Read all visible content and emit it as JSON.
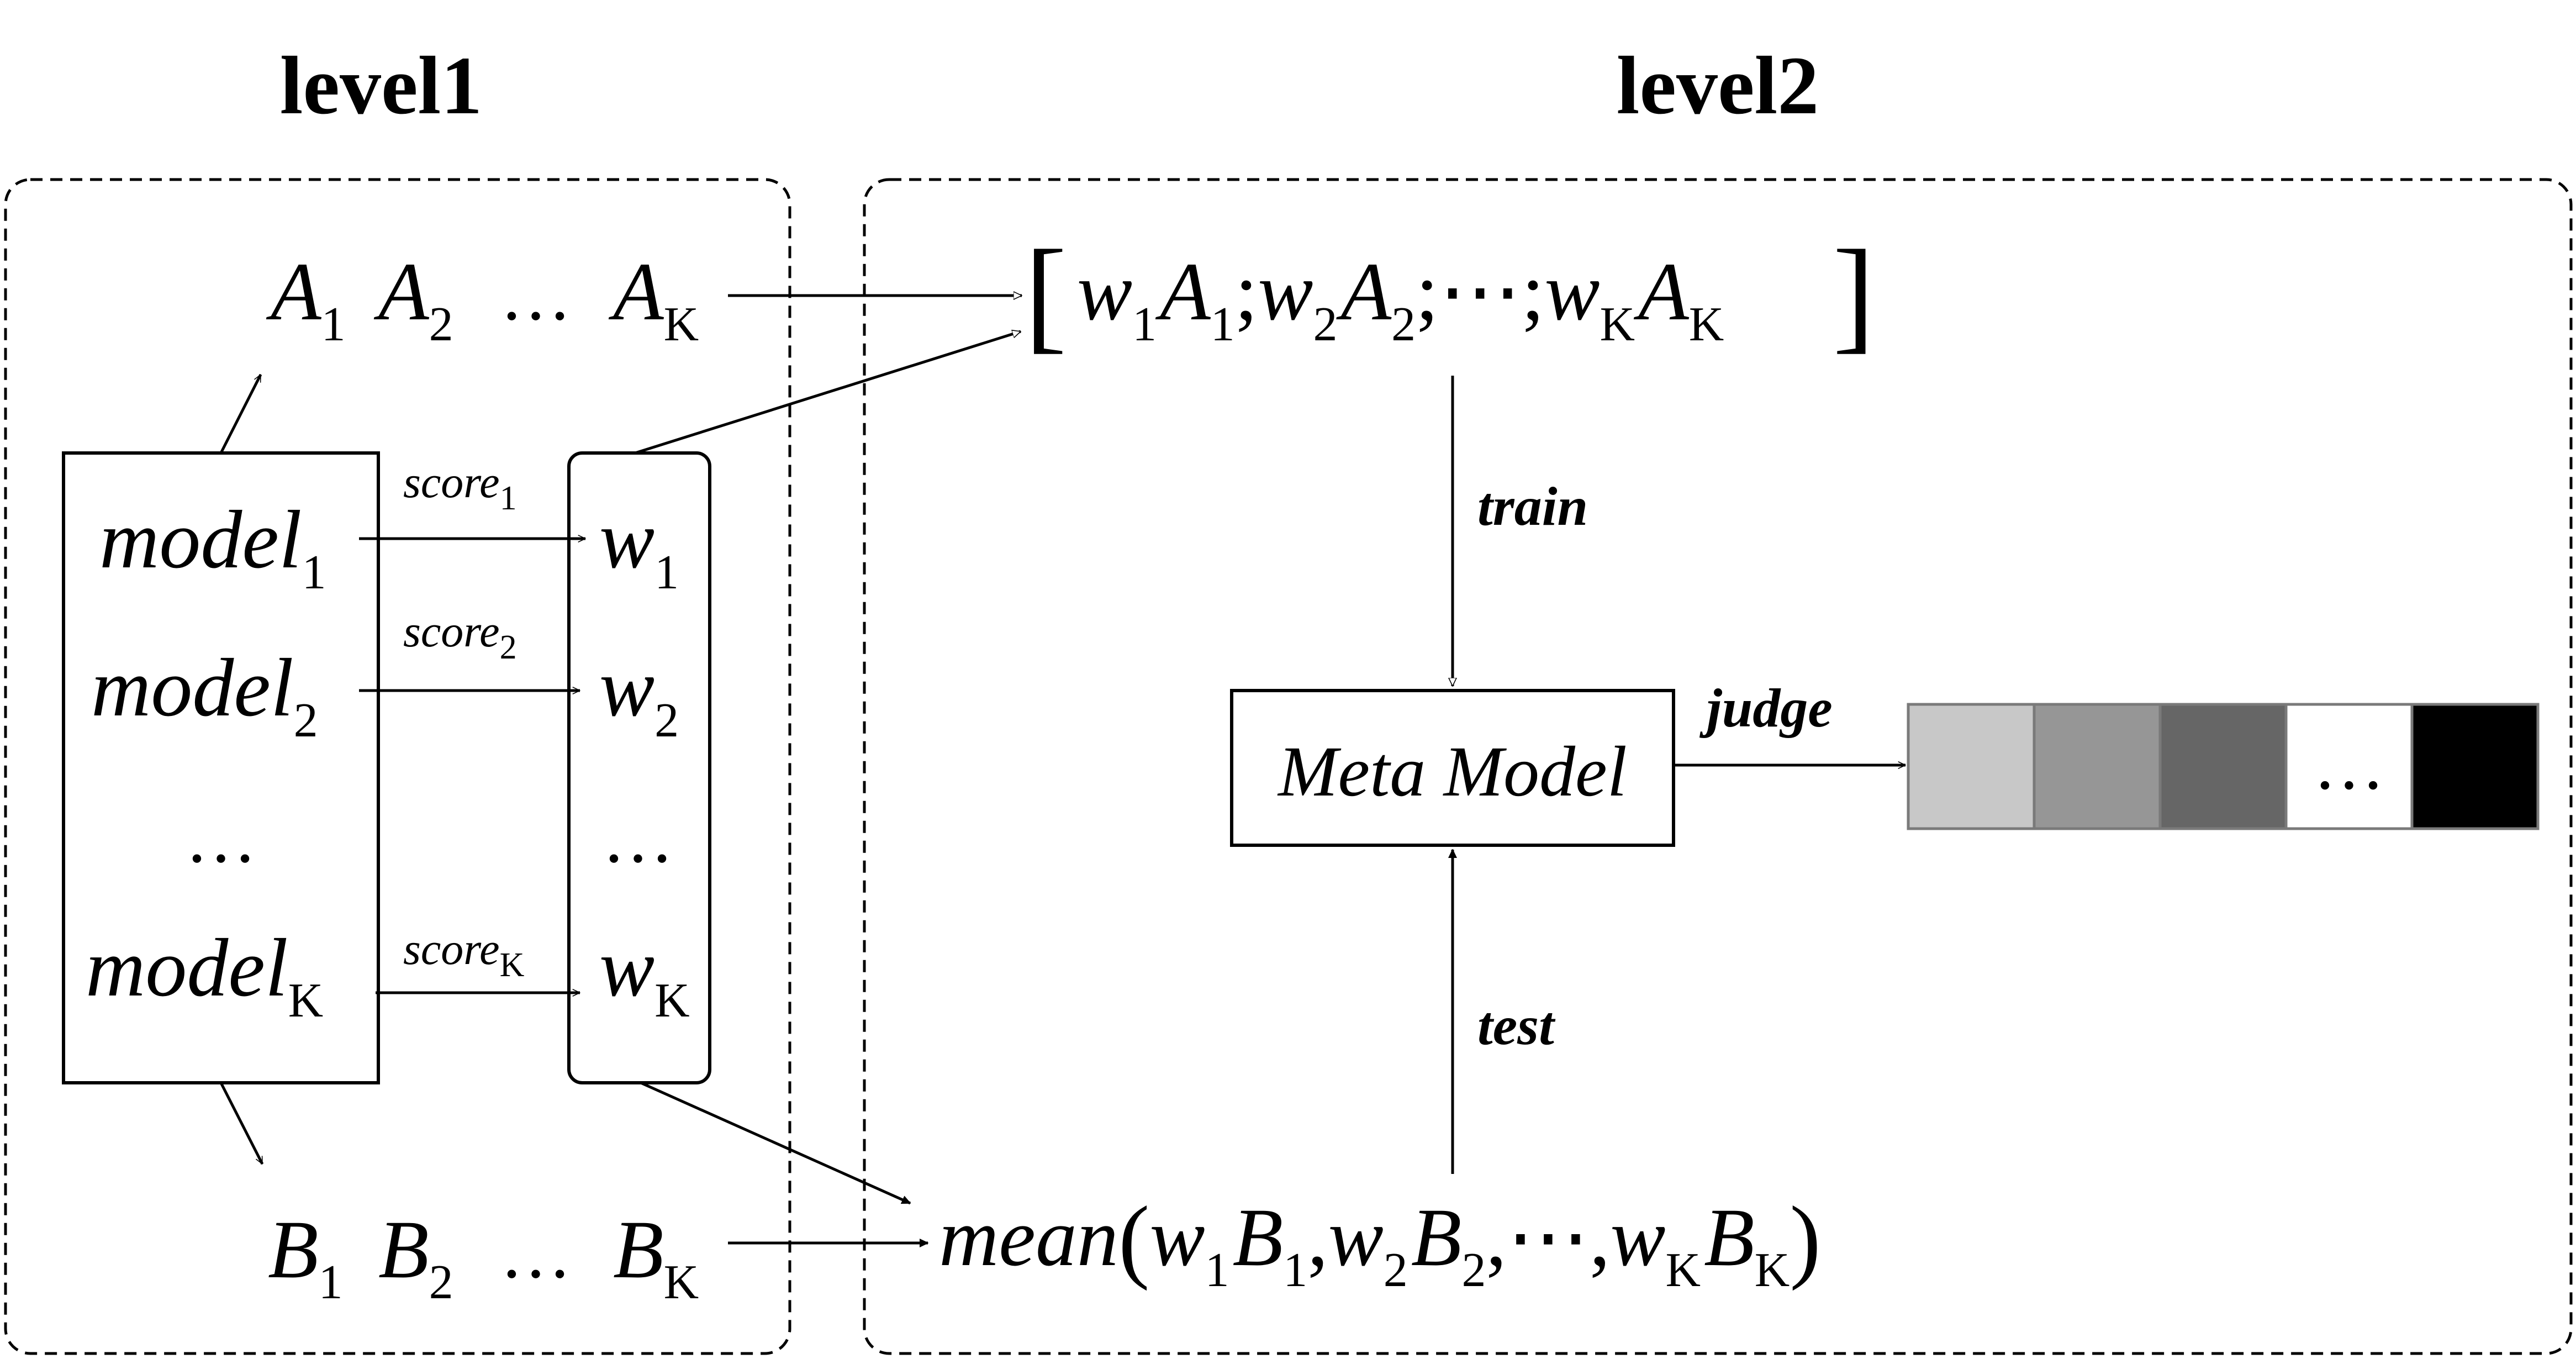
{
  "panels": {
    "level1_title": "level1",
    "level2_title": "level2"
  },
  "level1": {
    "A_row": {
      "base": [
        "A",
        "A",
        "…",
        "A"
      ],
      "subs": [
        "1",
        "2",
        "",
        "K"
      ]
    },
    "B_row": {
      "base": [
        "B",
        "B",
        "…",
        "B"
      ],
      "subs": [
        "1",
        "2",
        "",
        "K"
      ]
    },
    "models": [
      {
        "base": "model",
        "sub": "1"
      },
      {
        "base": "model",
        "sub": "2"
      },
      {
        "base": "…",
        "sub": ""
      },
      {
        "base": "model",
        "sub": "K"
      }
    ],
    "weights": [
      {
        "base": "w",
        "sub": "1"
      },
      {
        "base": "w",
        "sub": "2"
      },
      {
        "base": "…",
        "sub": ""
      },
      {
        "base": "w",
        "sub": "K"
      }
    ],
    "scores": [
      {
        "base": "score",
        "sub": "1"
      },
      {
        "base": "score",
        "sub": "2"
      },
      {
        "base": "score",
        "sub": "K"
      }
    ]
  },
  "level2": {
    "train_vector": {
      "open": "[",
      "close": "]",
      "terms": [
        {
          "w": "w",
          "ws": "1",
          "a": "A",
          "as": "1",
          "sep": ";"
        },
        {
          "w": "w",
          "ws": "2",
          "a": "A",
          "as": "2",
          "sep": ";⋯;"
        },
        {
          "w": "w",
          "ws": "K",
          "a": "A",
          "as": "K",
          "sep": ""
        }
      ]
    },
    "test_expression": {
      "func": "mean",
      "open": "(",
      "close": ")",
      "terms": [
        {
          "w": "w",
          "ws": "1",
          "b": "B",
          "bs": "1",
          "sep": ","
        },
        {
          "w": "w",
          "ws": "2",
          "b": "B",
          "bs": "2",
          "sep": ",⋯,"
        },
        {
          "w": "w",
          "ws": "K",
          "b": "B",
          "bs": "K",
          "sep": ""
        }
      ]
    },
    "meta_model_label": "Meta Model",
    "train_label": "train",
    "test_label": "test",
    "judge_label": "judge",
    "output_cells": [
      {
        "color": "#c8c8c8",
        "label": ""
      },
      {
        "color": "#969696",
        "label": ""
      },
      {
        "color": "#666666",
        "label": ""
      },
      {
        "color": "#ffffff",
        "label": "…"
      },
      {
        "color": "#000000",
        "label": ""
      }
    ]
  }
}
